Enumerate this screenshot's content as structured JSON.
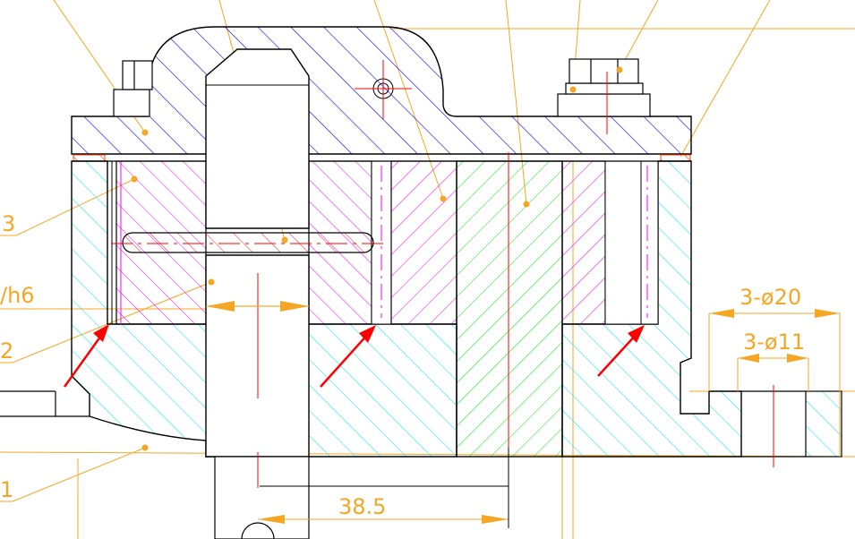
{
  "drawing": {
    "dimensions": {
      "holes_large": "3-ø20",
      "holes_small": "3-ø11",
      "center_distance": "38.5"
    },
    "partial_callouts": {
      "item_3": "3",
      "fit": "/h6",
      "item_2": "2",
      "item_1": "1"
    }
  },
  "colors": {
    "outline": "#000000",
    "leader": "#f5a623",
    "centerline": "#ff0000",
    "arrow": "#ff0000",
    "hatch_cover": "#0000ff",
    "hatch_body": "#00e5ff",
    "hatch_insert": "#ff00ff",
    "hatch_center": "#00ee00",
    "hatch_pin": "#ff0000",
    "gasket": "#ff4000"
  }
}
